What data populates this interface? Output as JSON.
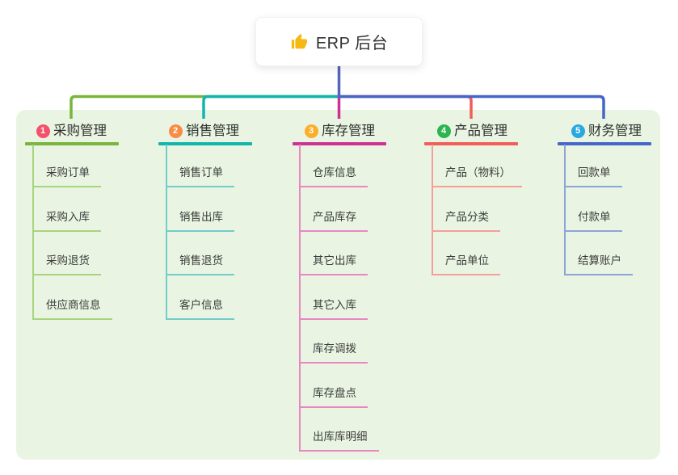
{
  "root": {
    "label": "ERP 后台",
    "icon": "thumbs-up-icon"
  },
  "canvas": {
    "panel_bg": "#e9f5e2",
    "card_bg": "#ffffff",
    "root_connector_color": "#5564c1",
    "icon_color": "#f5b914"
  },
  "branches": [
    {
      "number": "1",
      "label": "采购管理",
      "badge_color": "#f4516c",
      "line_color": "#7ab53b",
      "light_color": "#a8d47d",
      "children": [
        "采购订单",
        "采购入库",
        "采购退货",
        "供应商信息"
      ]
    },
    {
      "number": "2",
      "label": "销售管理",
      "badge_color": "#f98c44",
      "line_color": "#12b5ae",
      "light_color": "#72ccc8",
      "children": [
        "销售订单",
        "销售出库",
        "销售退货",
        "客户信息"
      ]
    },
    {
      "number": "3",
      "label": "库存管理",
      "badge_color": "#fcae29",
      "line_color": "#ce3093",
      "light_color": "#e887c2",
      "children": [
        "仓库信息",
        "产品库存",
        "其它出库",
        "其它入库",
        "库存调拨",
        "库存盘点",
        "出库库明细"
      ]
    },
    {
      "number": "4",
      "label": "产品管理",
      "badge_color": "#2db44e",
      "line_color": "#f15e59",
      "light_color": "#f59e9a",
      "children": [
        "产品（物料）",
        "产品分类",
        "产品单位"
      ]
    },
    {
      "number": "5",
      "label": "财务管理",
      "badge_color": "#2aa8e2",
      "line_color": "#4565c7",
      "light_color": "#8fa3da",
      "children": [
        "回款单",
        "付款单",
        "结算账户"
      ]
    }
  ]
}
